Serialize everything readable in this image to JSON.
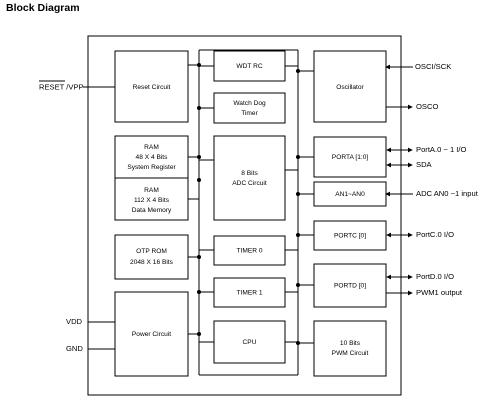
{
  "title": "Block Diagram",
  "blocks": {
    "reset_circuit": [
      "Reset Circuit"
    ],
    "ram_system_register": [
      "RAM",
      "48 X 4 Bits",
      "System Register"
    ],
    "ram_data_memory": [
      "RAM",
      "112 X 4 Bits",
      "Data Memory"
    ],
    "otp_rom": [
      "OTP ROM",
      "2048 X 16 Bits"
    ],
    "power_circuit": [
      "Power Circuit"
    ],
    "wdt_rc": [
      "WDT RC"
    ],
    "watch_dog_timer": [
      "Watch Dog",
      "Timer"
    ],
    "adc_circuit": [
      "8 Bits",
      "ADC Circuit"
    ],
    "timer0": [
      "TIMER 0"
    ],
    "timer1": [
      "TIMER 1"
    ],
    "cpu": [
      "CPU"
    ],
    "oscillator": [
      "Oscillator"
    ],
    "porta": [
      "PORTA [1:0]"
    ],
    "an1_an0": [
      "AN1~AN0"
    ],
    "portc": [
      "PORTC [0]"
    ],
    "portd": [
      "PORTD [0]"
    ],
    "pwm_circuit": [
      "10 Bits",
      "PWM Circuit"
    ]
  },
  "pins_left": {
    "reset_vpp": "RESET /VPP",
    "reset_overline": "RESET",
    "vpp_suffix": " /VPP",
    "vdd": "VDD",
    "gnd": "GND"
  },
  "pins_right": {
    "osci_sck": "OSCI/SCK",
    "osco": "OSCO",
    "porta_io": "PortA.0 ~ 1 I/O",
    "sda": "SDA",
    "adc_input": "ADC AN0 ~1 input",
    "portc_io": "PortC.0 I/O",
    "portd_io": "PortD.0 I/O",
    "pwm1_output": "PWM1 output"
  }
}
